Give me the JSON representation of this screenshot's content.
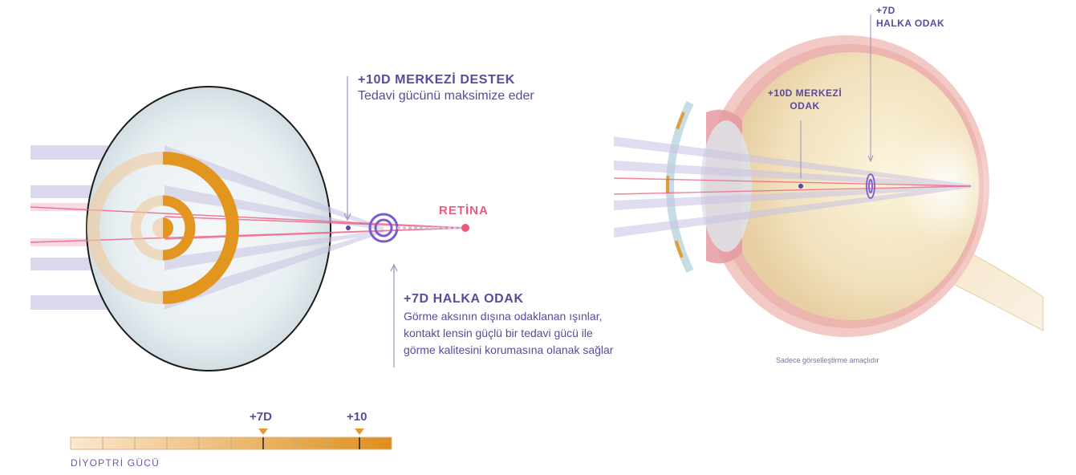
{
  "left": {
    "central_title": "+10D MERKEZİ DESTEK",
    "central_subtitle": "Tedavi gücünü maksimize eder",
    "retina_label": "RETİNA",
    "ring_title": "+7D HALKA ODAK",
    "ring_desc": [
      "Görme aksının dışına odaklanan ışınlar,",
      "kontakt lensin güçlü bir tedavi gücü ile",
      "görme kalitesini korumasına olanak sağlar"
    ]
  },
  "scale": {
    "marker_7": "+7D",
    "marker_10": "+10",
    "label": "DİYOPTRİ GÜCÜ",
    "segments": 10,
    "colors": {
      "start": "#fbe8cf",
      "end": "#de8f1c",
      "marker": "#e99a2c"
    }
  },
  "right": {
    "ring_label": [
      "+7D",
      "HALKA ODAK"
    ],
    "central_label": [
      "+10D MERKEZİ",
      "ODAK"
    ],
    "note": "Sadece görselleştirme amaçlıdır"
  },
  "colors": {
    "accent_purple": "#5b4a9c",
    "ring_purple": "#7a5ccc",
    "ray_pink": "#ee5a7e",
    "ray_lilac": "#c9c3e4",
    "lens_ring": "#e3961f"
  }
}
